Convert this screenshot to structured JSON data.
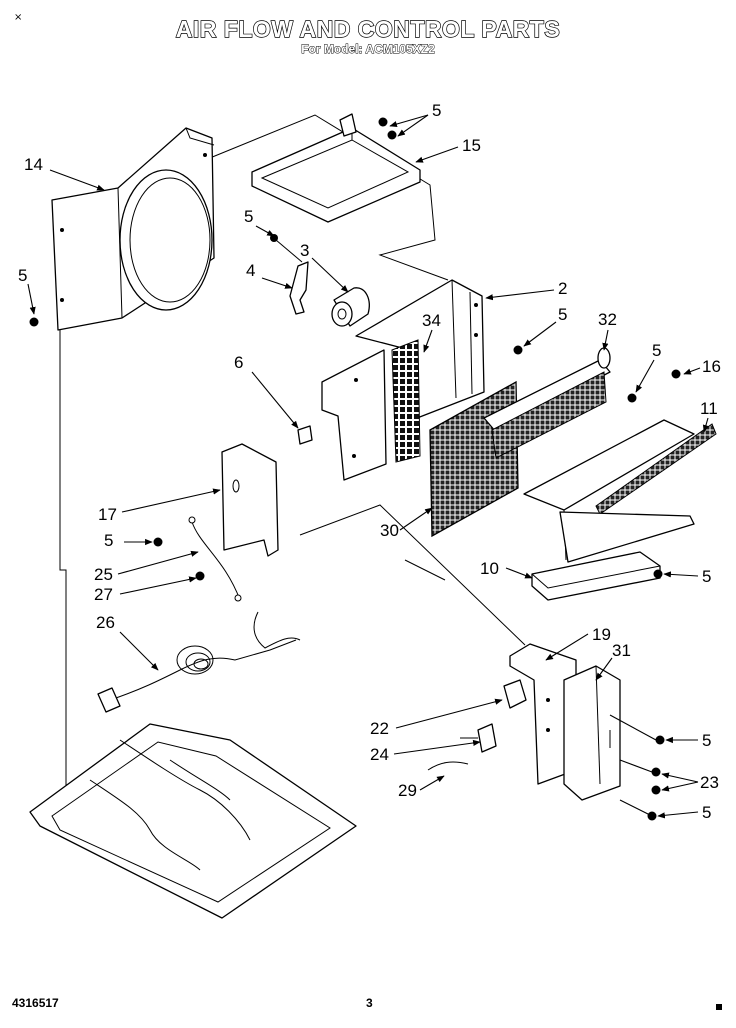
{
  "page": {
    "title": "AIR FLOW AND CONTROL PARTS",
    "subtitle": "For Model: ACM105XZ2",
    "corner_mark": "×",
    "doc_number": "4316517",
    "page_number": "3"
  },
  "callouts": [
    {
      "id": "c-5-a",
      "text": "5"
    },
    {
      "id": "c-15",
      "text": "15"
    },
    {
      "id": "c-14",
      "text": "14"
    },
    {
      "id": "c-5-b",
      "text": "5"
    },
    {
      "id": "c-3",
      "text": "3"
    },
    {
      "id": "c-4",
      "text": "4"
    },
    {
      "id": "c-5-c",
      "text": "5"
    },
    {
      "id": "c-2",
      "text": "2"
    },
    {
      "id": "c-5-d",
      "text": "5"
    },
    {
      "id": "c-34",
      "text": "34"
    },
    {
      "id": "c-32",
      "text": "32"
    },
    {
      "id": "c-5-e",
      "text": "5"
    },
    {
      "id": "c-16",
      "text": "16"
    },
    {
      "id": "c-6",
      "text": "6"
    },
    {
      "id": "c-11",
      "text": "11"
    },
    {
      "id": "c-17",
      "text": "17"
    },
    {
      "id": "c-5-f",
      "text": "5"
    },
    {
      "id": "c-30",
      "text": "30"
    },
    {
      "id": "c-25",
      "text": "25"
    },
    {
      "id": "c-10",
      "text": "10"
    },
    {
      "id": "c-5-g",
      "text": "5"
    },
    {
      "id": "c-27",
      "text": "27"
    },
    {
      "id": "c-26",
      "text": "26"
    },
    {
      "id": "c-19",
      "text": "19"
    },
    {
      "id": "c-31",
      "text": "31"
    },
    {
      "id": "c-22",
      "text": "22"
    },
    {
      "id": "c-5-h",
      "text": "5"
    },
    {
      "id": "c-24",
      "text": "24"
    },
    {
      "id": "c-23",
      "text": "23"
    },
    {
      "id": "c-29",
      "text": "29"
    },
    {
      "id": "c-5-i",
      "text": "5"
    }
  ]
}
